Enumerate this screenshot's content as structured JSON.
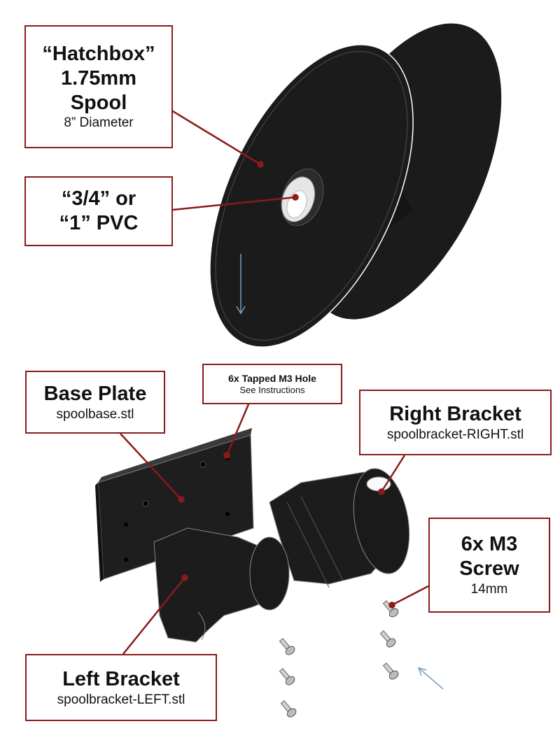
{
  "callouts": {
    "spool": {
      "title_line1": "“Hatchbox”",
      "title_line2": "1.75mm",
      "title_line3": "Spool",
      "subtitle": "8” Diameter"
    },
    "pvc": {
      "line1": "“3/4” or",
      "line2": "“1” PVC"
    },
    "tapped_holes": {
      "title": "6x Tapped M3 Hole",
      "subtitle": "See Instructions"
    },
    "base_plate": {
      "title": "Base Plate",
      "subtitle": "spoolbase.stl"
    },
    "right_bracket": {
      "title": "Right Bracket",
      "subtitle": "spoolbracket-RIGHT.stl"
    },
    "screw": {
      "title_line1": "6x M3",
      "title_line2": "Screw",
      "subtitle": "14mm"
    },
    "left_bracket": {
      "title": "Left Bracket",
      "subtitle": "spoolbracket-LEFT.stl"
    }
  },
  "colors": {
    "callout_border": "#8b1a1a",
    "leader_line": "#8b1a1a",
    "part_fill": "#1b1b1b",
    "part_highlight": "#3a3a3a",
    "assembly_arrow": "#7a9fbf"
  },
  "screw_count": 6
}
